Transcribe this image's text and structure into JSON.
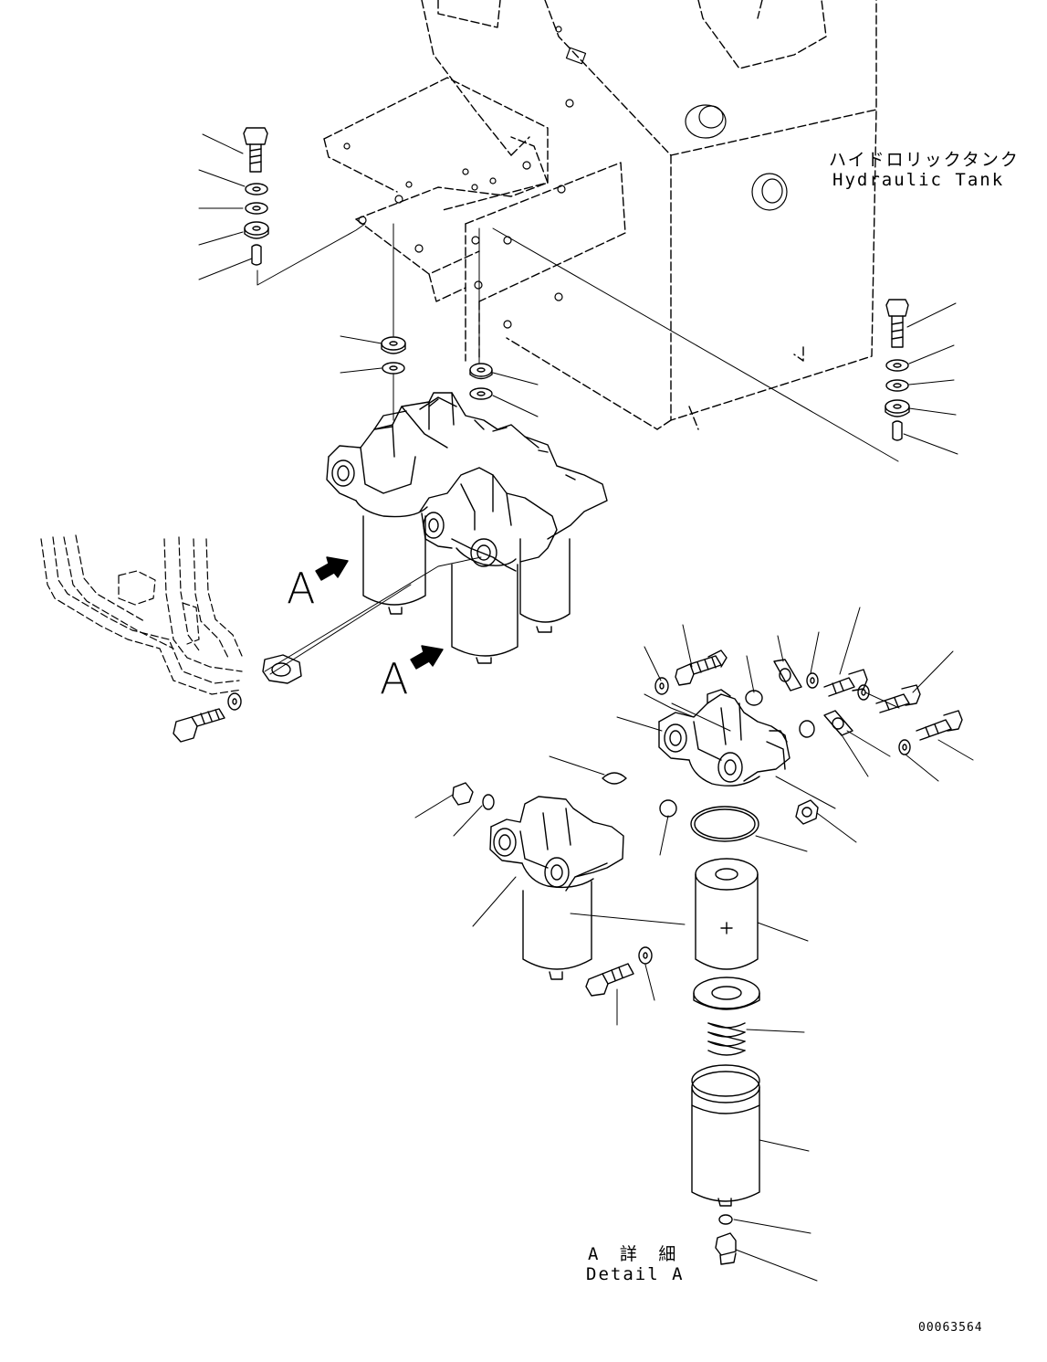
{
  "labels": {
    "tank_jp": "ハイドロリックタンク",
    "tank_en": "Hydraulic Tank",
    "arrow_a": "A",
    "detail_jp": "A 詳 細",
    "detail_en": "Detail A",
    "drawing_number": "00063564"
  },
  "style": {
    "line_color": "#000000",
    "background": "#ffffff"
  }
}
